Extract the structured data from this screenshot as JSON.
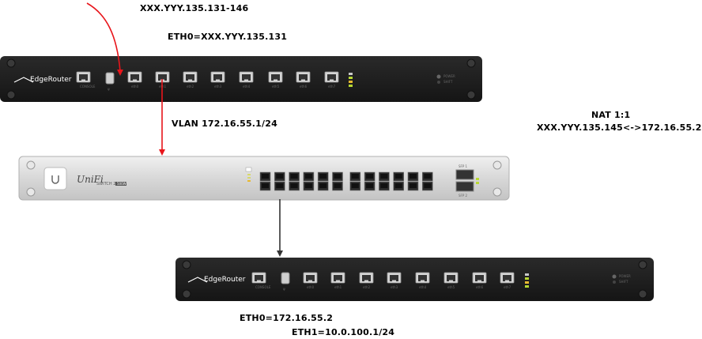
{
  "labels": {
    "public_range": "XXX.YYY.135.131-146",
    "eth0_public": "ETH0=XXX.YYY.135.131",
    "vlan": "VLAN 172.16.55.1/24",
    "nat_title": "NAT 1:1",
    "nat_map": "XXX.YYY.135.145<->172.16.55.2",
    "eth0_private": "ETH0=172.16.55.2",
    "eth1_private": "ETH1=10.0.100.1/24"
  },
  "router_top": {
    "brand": "EdgeRouter",
    "console_label": "CONSOLE",
    "ports": [
      "eth0",
      "eth1",
      "eth2",
      "eth3",
      "eth4",
      "eth5",
      "eth6",
      "eth7"
    ],
    "led_labels": [
      "POWER",
      "SHIFT"
    ]
  },
  "switch": {
    "brand": "UniFi",
    "model": "SWITCH 24",
    "model_badge": "500W",
    "sfp_labels": [
      "SFP 1",
      "SFP 2"
    ]
  },
  "router_bottom": {
    "brand": "EdgeRouter",
    "console_label": "CONSOLE",
    "ports": [
      "eth0",
      "eth1",
      "eth2",
      "eth3",
      "eth4",
      "eth5",
      "eth6",
      "eth7"
    ],
    "led_labels": [
      "POWER",
      "SHIFT"
    ]
  },
  "colors": {
    "link_red": "#e8151b",
    "link_dark": "#333333",
    "router_body": "#1e1e1e",
    "switch_body": "#dcdcdc"
  }
}
